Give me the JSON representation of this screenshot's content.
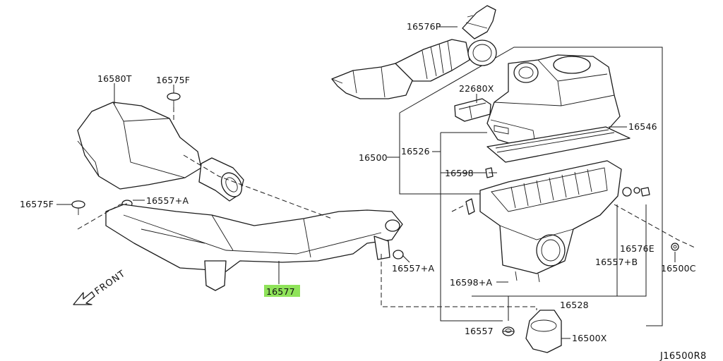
{
  "diagram": {
    "highlight_color": "#8fe35a",
    "drawing_code": "J16500R8",
    "front_label": "FRONT",
    "labels": {
      "p16580T": "16580T",
      "p16575F_top": "16575F",
      "p16575F_left": "16575F",
      "p16557A_left": "16557+A",
      "p16577": "16577",
      "p16557A_mid": "16557+A",
      "p16576P": "16576P",
      "p22680X": "22680X",
      "p16500": "16500",
      "p16526": "16526",
      "p16598": "16598",
      "p16546": "16546",
      "p16576E": "16576E",
      "p16557B": "16557+B",
      "p16500C": "16500C",
      "p16598A": "16598+A",
      "p16528": "16528",
      "p16557": "16557",
      "p16500X": "16500X"
    }
  }
}
